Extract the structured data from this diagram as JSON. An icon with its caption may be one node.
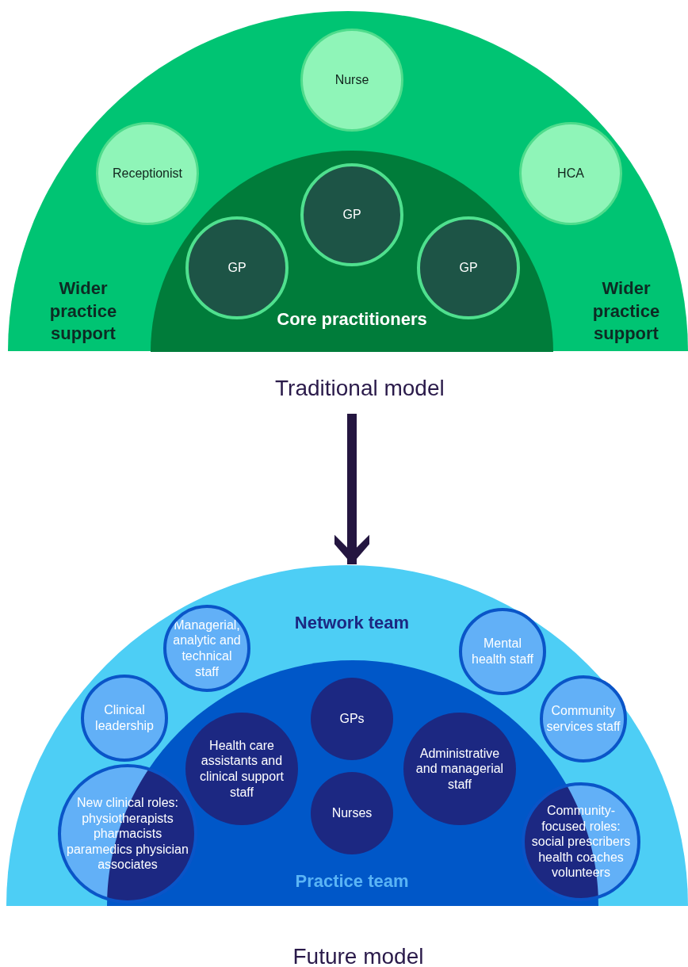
{
  "diagram": {
    "nodes": [
      {
        "text": [
          "Wider practice support",
          "Wider practice support"
        ]
      },
      {
        "text": [
          "Nurse"
        ],
        "in": 0
      },
      {
        "text": [
          "Receptionist"
        ],
        "in": 0
      },
      {
        "text": [
          "HCA"
        ],
        "in": 0
      },
      {
        "text": [
          "Core practitioners"
        ],
        "in": 0
      },
      {
        "text": [
          "GP"
        ],
        "in": 4
      },
      {
        "text": [
          "GP"
        ],
        "in": 4
      },
      {
        "text": [
          "GP"
        ],
        "in": 4
      },
      {
        "text": [
          "Traditional model"
        ]
      },
      {
        "text": [
          "Network team"
        ]
      },
      {
        "text": [
          "Managerial, analytic and technical staff"
        ],
        "in": 9
      },
      {
        "text": [
          "Mental health staff"
        ],
        "in": 9
      },
      {
        "text": [
          "Clinical leadership"
        ],
        "in": 9
      },
      {
        "text": [
          "Community services staff"
        ],
        "in": 9
      },
      {
        "text": [
          "Practice team"
        ],
        "in": 9
      },
      {
        "text": [
          "GPs"
        ],
        "in": 14
      },
      {
        "text": [
          "Health care assistants and clinical support staff"
        ],
        "in": 14
      },
      {
        "text": [
          "Administrative and managerial staff"
        ],
        "in": 14
      },
      {
        "text": [
          "Nurses"
        ],
        "in": 14
      },
      {
        "text": [
          "New clinical roles: physiotherapists pharmacists paramedics physician associates"
        ],
        "in": 9
      },
      {
        "text": [
          "Community-focused roles: social prescribers health coaches volunteers"
        ],
        "in": 9
      }
    ],
    "labels": [
      "Future model"
    ],
    "edges": [
      {
        "from": 8,
        "to": 9,
        "arrow": "to"
      }
    ]
  }
}
